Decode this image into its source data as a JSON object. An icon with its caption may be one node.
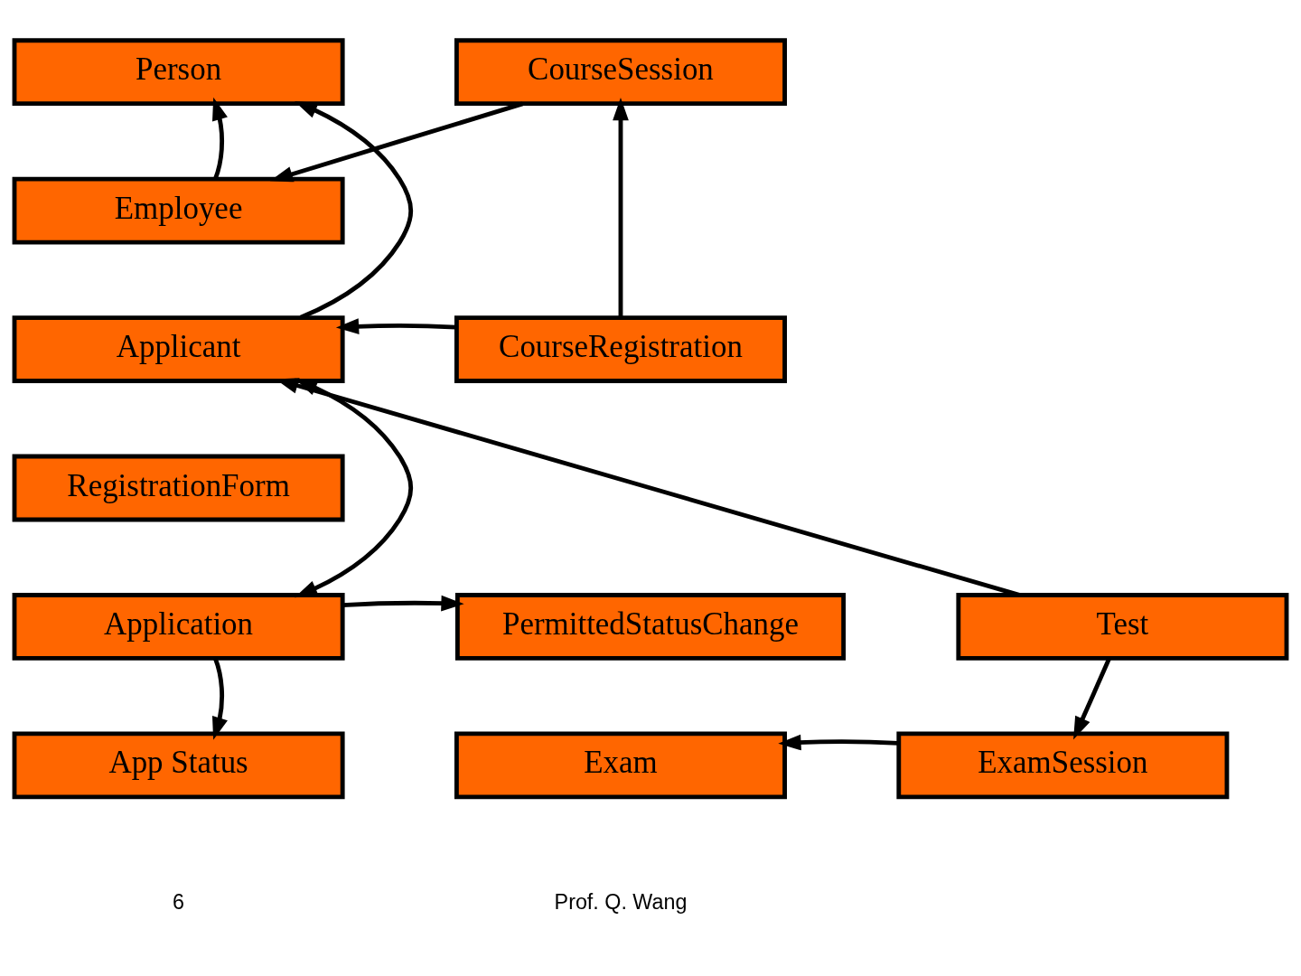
{
  "diagram": {
    "nodes": [
      {
        "text": [
          "Person"
        ]
      },
      {
        "text": [
          "CourseSession"
        ]
      },
      {
        "text": [
          "Employee"
        ]
      },
      {
        "text": [
          "Applicant"
        ]
      },
      {
        "text": [
          "CourseRegistration"
        ]
      },
      {
        "text": [
          "RegistrationForm"
        ]
      },
      {
        "text": [
          "Application"
        ]
      },
      {
        "text": [
          "PermittedStatusChange"
        ]
      },
      {
        "text": [
          "Test"
        ]
      },
      {
        "text": [
          "App Status"
        ]
      },
      {
        "text": [
          "Exam"
        ]
      },
      {
        "text": [
          "ExamSession"
        ]
      }
    ],
    "edges": [
      {
        "from": 2,
        "to": 0,
        "arrow": "to"
      },
      {
        "from": 1,
        "to": 2,
        "arrow": "to"
      },
      {
        "from": 3,
        "to": 0,
        "arrow": "to"
      },
      {
        "from": 4,
        "to": 1,
        "arrow": "to"
      },
      {
        "from": 4,
        "to": 3,
        "arrow": "to"
      },
      {
        "from": 8,
        "to": 3,
        "arrow": "to"
      },
      {
        "from": 3,
        "to": 6,
        "arrow": "both"
      },
      {
        "from": 6,
        "to": 7,
        "arrow": "to"
      },
      {
        "from": 6,
        "to": 9,
        "arrow": "to"
      },
      {
        "from": 8,
        "to": 11,
        "arrow": "to"
      },
      {
        "from": 11,
        "to": 10,
        "arrow": "to"
      }
    ],
    "labels": [
      "6",
      "Prof. Q. Wang"
    ]
  }
}
